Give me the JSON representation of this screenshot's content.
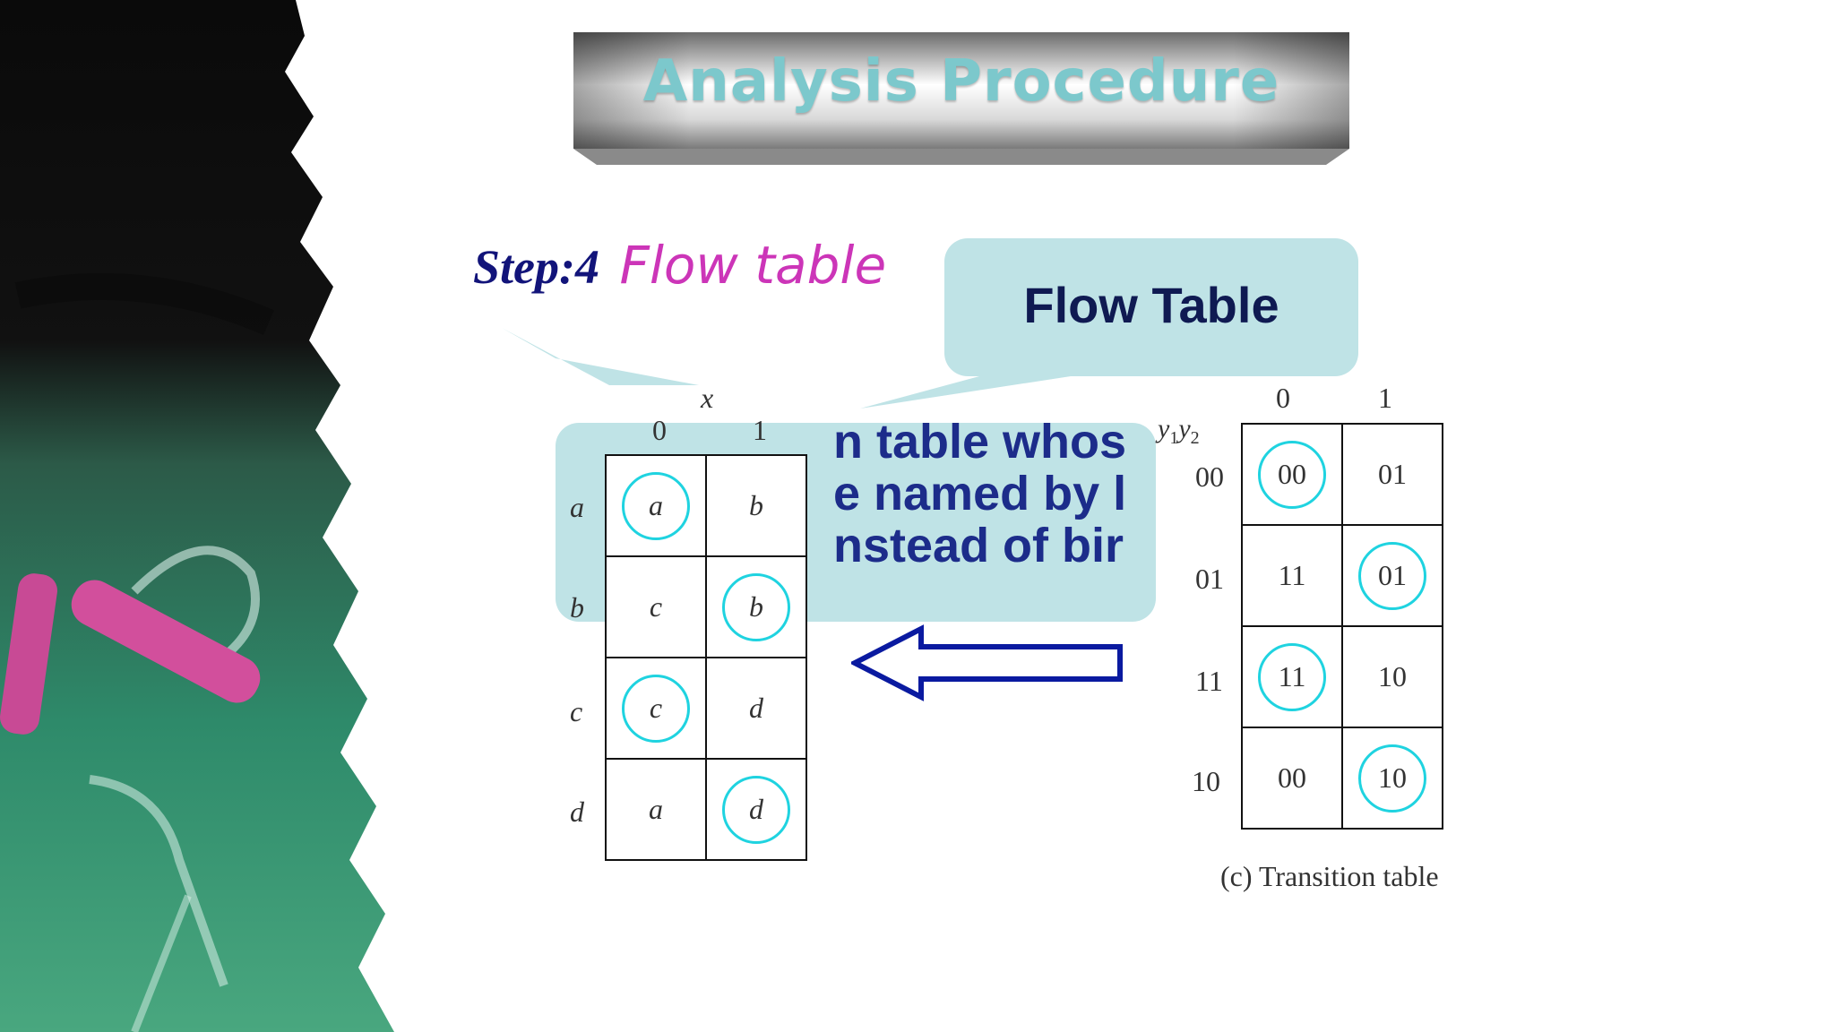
{
  "title": "Analysis Procedure",
  "step": {
    "label": "Step:4",
    "text": "Flow table"
  },
  "callout_front": {
    "title": "Flow Table"
  },
  "callout_back": {
    "lines": [
      "n table whos",
      "e named by l",
      "nstead of bir"
    ]
  },
  "flow_table": {
    "input_label": "x",
    "columns": [
      "0",
      "1"
    ],
    "rows": [
      {
        "state": "a",
        "cells": [
          "a",
          "b"
        ],
        "stable": [
          true,
          false
        ]
      },
      {
        "state": "b",
        "cells": [
          "c",
          "b"
        ],
        "stable": [
          false,
          true
        ]
      },
      {
        "state": "c",
        "cells": [
          "c",
          "d"
        ],
        "stable": [
          true,
          false
        ]
      },
      {
        "state": "d",
        "cells": [
          "a",
          "d"
        ],
        "stable": [
          false,
          true
        ]
      }
    ]
  },
  "transition_table": {
    "state_label_y1": "y",
    "state_label_sub1": "1",
    "state_label_y2": "y",
    "state_label_sub2": "2",
    "columns": [
      "0",
      "1"
    ],
    "rows": [
      {
        "state": "00",
        "cells": [
          "00",
          "01"
        ],
        "stable": [
          true,
          false
        ]
      },
      {
        "state": "01",
        "cells": [
          "11",
          "01"
        ],
        "stable": [
          false,
          true
        ]
      },
      {
        "state": "11",
        "cells": [
          "11",
          "10"
        ],
        "stable": [
          true,
          false
        ]
      },
      {
        "state": "10",
        "cells": [
          "00",
          "10"
        ],
        "stable": [
          false,
          true
        ]
      }
    ],
    "caption": "(c) Transition table"
  },
  "colors": {
    "title_text": "#7cc8cc",
    "callout_fill": "#bfe3e6",
    "stable_ring": "#1fd3e0",
    "arrow": "#0a1aa0",
    "step_label": "#12147a",
    "step_text": "#cc35b8"
  },
  "icons": {
    "arrow": "left-arrow-icon",
    "chalk": "chalk-icon"
  }
}
